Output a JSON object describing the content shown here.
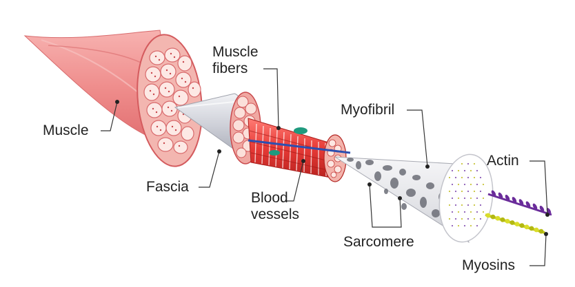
{
  "labels": {
    "muscle": "Muscle",
    "fascia": "Fascia",
    "muscle_fibers": [
      "Muscle",
      "fibers"
    ],
    "blood_vessels": [
      "Blood",
      "vessels"
    ],
    "myofibril": "Myofibril",
    "sarcomere": "Sarcomere",
    "actin": "Actin",
    "myosins": "Myosins"
  },
  "colors": {
    "muscle": "#f08f8f",
    "muscle_dark": "#d8585c",
    "fiber": "#e83838",
    "fascia": "#d9dbe2",
    "myofibril": "#e6e7eb",
    "actin": "#6a2c9a",
    "myosin": "#c8cc1c",
    "blood_vessel": "#2c4fb0",
    "nucleus": "#1f9a7e",
    "leader": "#333333"
  }
}
